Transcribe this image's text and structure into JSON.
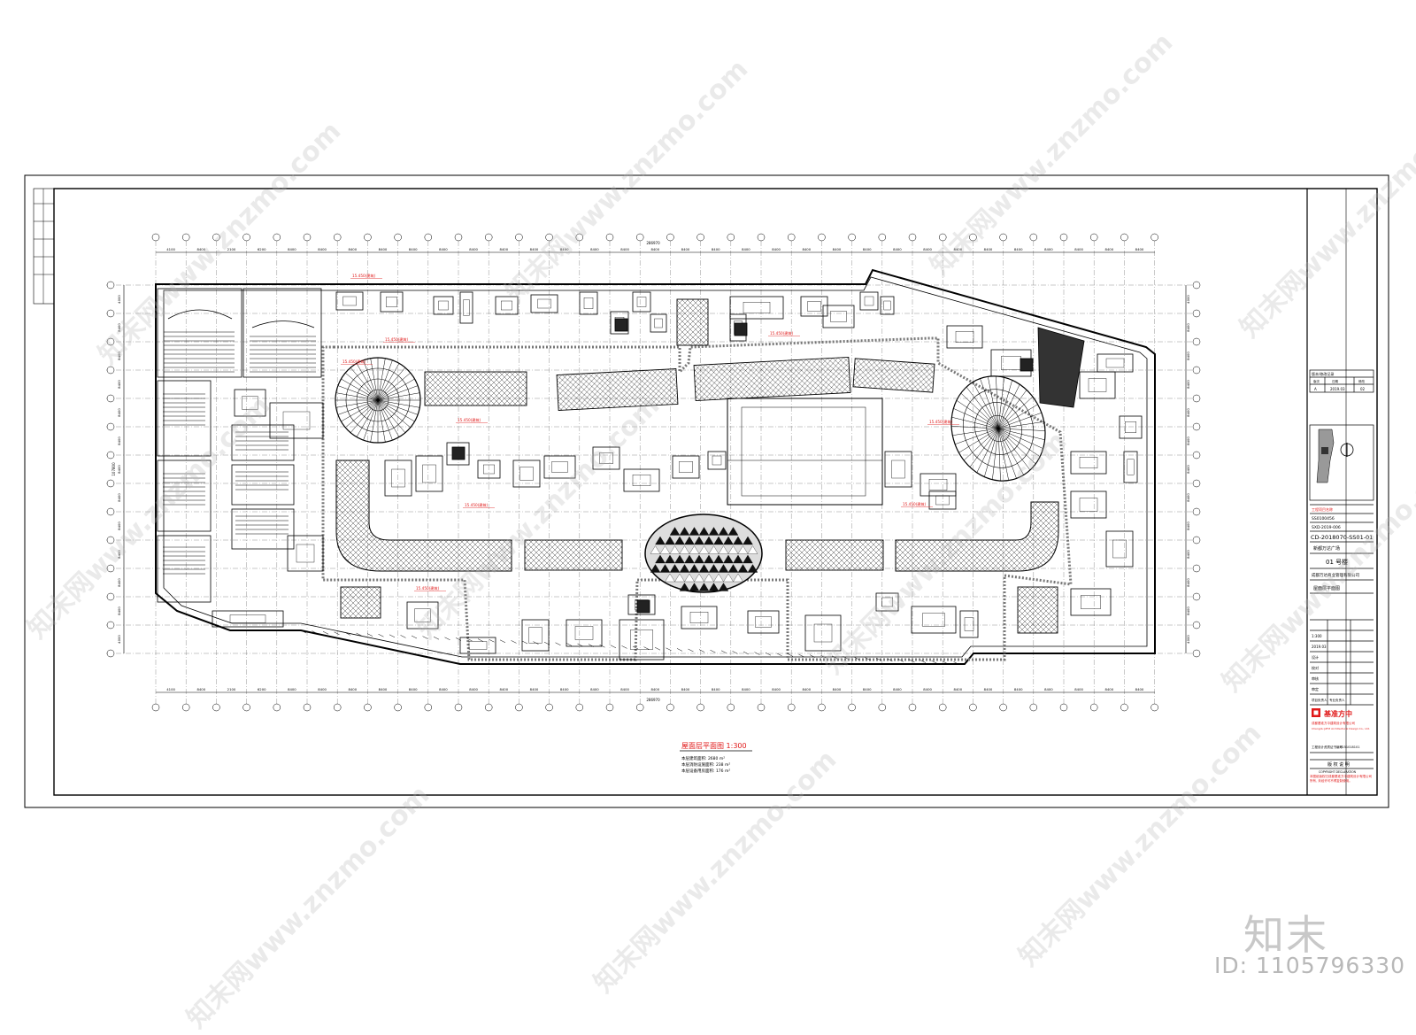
{
  "drawing": {
    "plan_title": "屋面层平面图  1:300",
    "notes": [
      "本层建筑面积: 2680 m²",
      "本层消防设施面积: 238 m²",
      "本层设备用房面积: 176 m²"
    ],
    "level_labels": [
      "15.450(建筑)",
      "15.450(建筑)",
      "15.450(建筑)",
      "15.450(建筑)",
      "15.450(建筑)",
      "15.450(建筑)",
      "15.450(建筑)",
      "15.450(建筑)",
      "15.450(建筑)"
    ],
    "top_dimension_total": "286970",
    "bottom_dimension_total": "286970",
    "side_dimension_total": "107800",
    "bay_top": [
      "4100",
      "8400",
      "2100",
      "6200",
      "8400",
      "8400",
      "8400",
      "8400",
      "8400",
      "8400",
      "8400",
      "8400",
      "8400",
      "8400",
      "8400",
      "8400",
      "8400",
      "8400",
      "8400",
      "8400",
      "8400",
      "8400",
      "8400",
      "8400",
      "8400",
      "8400",
      "8400",
      "8400",
      "8400",
      "8400",
      "8400",
      "8400",
      "8400"
    ],
    "bay_side": [
      "4000",
      "8400",
      "8400",
      "8400",
      "8400",
      "8400",
      "8400",
      "8400",
      "8400",
      "8400",
      "8400",
      "8400",
      "4000"
    ]
  },
  "title_block": {
    "revision_header": "版本/修改记录",
    "revision_cols": [
      "版次",
      "日期",
      "修改"
    ],
    "revision_row": [
      "A",
      "2019.03",
      "02"
    ],
    "project_header": "工程项目名称",
    "project_number": "SS0100456",
    "contract_number": "SXD-2019-006",
    "drawing_code": "CD-2018070-SS01-01",
    "project_name": "新都万达广场",
    "building_no": "01 号楼",
    "client": "成都万达商业管理有限公司",
    "sheet_title": "屋面层平面图",
    "scale": "1:300",
    "date": "2019.03",
    "rows_labels": [
      "设计",
      "校对",
      "审核",
      "审定",
      "项目负责人",
      "专业负责人"
    ],
    "company_name": "基准方中",
    "company_cn": "成都基准方中建筑设计有限公司",
    "company_en": "Chengdu JZFZ Architectural Design Co., Ltd.",
    "cert_label": "工程设计资质证书编号",
    "cert_number": "A151018101",
    "copyright_title": "版 权 说 明",
    "copyright_en": "COPYRIGHT DECLARATION",
    "copyright_text": "本图纸版权归成都基准方中建筑设计有限公司所有, 未经许可不得复制使用。"
  },
  "watermark": {
    "brand": "知末",
    "id_text": "ID: 1105796330",
    "diag_text": "知末网www.znzmo.com"
  },
  "colors": {
    "line": "#000000",
    "grid": "#555555",
    "dim_red": "#e01818",
    "wm": "#c8c8c8",
    "fill_dark": "#222222"
  }
}
